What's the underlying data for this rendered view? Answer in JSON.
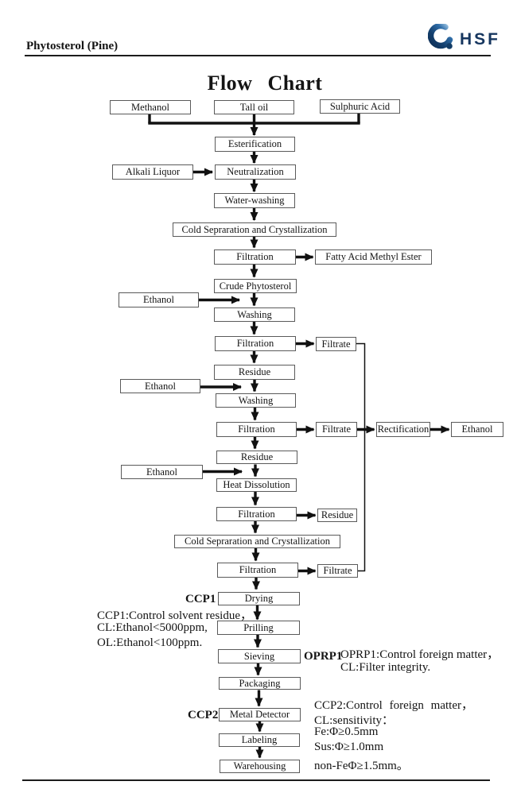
{
  "header": {
    "doc_title": "Phytosterol (Pine)",
    "logo_text": "HSF",
    "logo_color": "#16365f"
  },
  "title": "Flow Chart",
  "flow": {
    "nodes": {
      "methanol": "Methanol",
      "tall_oil": "Tall oil",
      "sulphuric_acid": "Sulphuric Acid",
      "esterification": "Esterification",
      "alkali_liquor": "Alkali Liquor",
      "neutralization": "Neutralization",
      "water_washing": "Water-washing",
      "cold_separation_1": "Cold Sepraration and Crystallization",
      "filtration_1": "Filtration",
      "fatty_acid_methyl_ester": "Fatty Acid Methyl Ester",
      "crude_phytosterol": "Crude Phytosterol",
      "ethanol_1": "Ethanol",
      "washing_1": "Washing",
      "filtration_2": "Filtration",
      "filtrate_1": "Filtrate",
      "residue_1": "Residue",
      "ethanol_2": "Ethanol",
      "washing_2": "Washing",
      "filtration_3": "Filtration",
      "filtrate_2": "Filtrate",
      "rectification": "Rectification",
      "ethanol_recovered": "Ethanol",
      "residue_2": "Residue",
      "ethanol_3": "Ethanol",
      "heat_dissolution": "Heat Dissolution",
      "filtration_4": "Filtration",
      "residue_3": "Residue",
      "cold_separation_2": "Cold Sepraration and Crystallization",
      "filtration_5": "Filtration",
      "filtrate_3": "Filtrate",
      "drying": "Drying",
      "prilling": "Prilling",
      "sieving": "Sieving",
      "packaging": "Packaging",
      "metal_detector": "Metal Detector",
      "labeling": "Labeling",
      "warehousing": "Warehousing"
    },
    "control_points": {
      "ccp1": "CCP1",
      "oprp1": "OPRP1",
      "ccp2": "CCP2"
    },
    "notes": {
      "ccp1": [
        "CCP1:Control solvent residue，",
        "CL:Ethanol<5000ppm,",
        "OL:Ethanol<100ppm."
      ],
      "oprp1": [
        "OPRP1:Control foreign matter，",
        "CL:Filter integrity."
      ],
      "ccp2": [
        "CCP2:Control foreign matter，",
        "CL:sensitivity：",
        "Fe:Φ≥0.5mm",
        "Sus:Φ≥1.0mm",
        "non-FeΦ≥1.5mm。"
      ]
    }
  }
}
